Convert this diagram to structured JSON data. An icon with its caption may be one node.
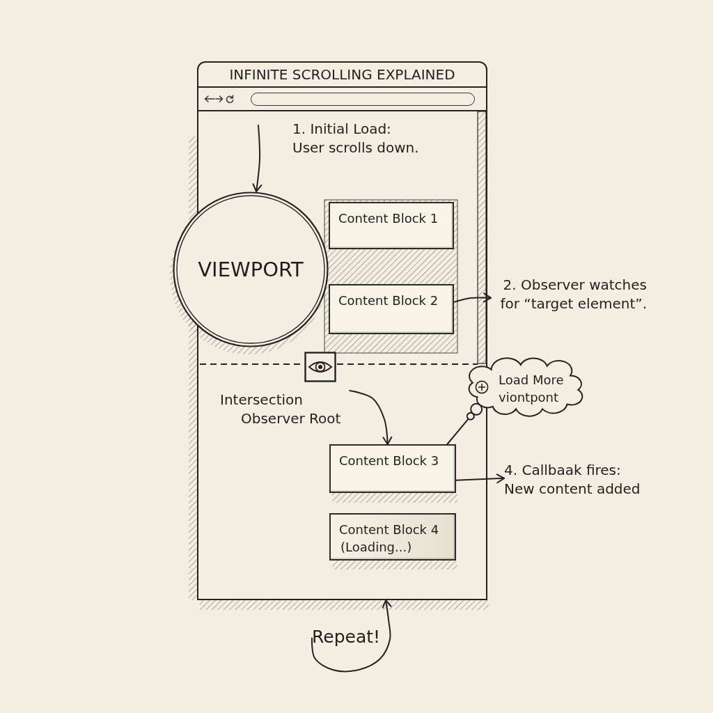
{
  "diagram": {
    "nodes": [
      {
        "text": [
          "INFINITE SCROLLING EXPLAINED"
        ]
      },
      {
        "text": [
          "VIEWPORT"
        ]
      },
      {
        "text": [
          "Content Block 1"
        ],
        "in": 0
      },
      {
        "text": [
          "Content Block 2"
        ],
        "in": 0
      },
      {
        "text": [
          "2. Observer watches for “target element”."
        ]
      },
      {
        "text": [
          "Load More viontpont"
        ]
      },
      {
        "text": [
          "Intersection Observer Root"
        ],
        "in": 0
      },
      {
        "text": [
          "Content Block 3"
        ],
        "in": 0
      },
      {
        "text": [
          "4. Callbaak fires: New content added"
        ]
      },
      {
        "text": [
          "Content Block 4",
          "(Loading...)"
        ],
        "in": 0
      },
      {
        "text": [
          "Repeat!"
        ]
      }
    ],
    "edges": [
      {
        "from": null,
        "to": 1,
        "arrow": "to"
      },
      {
        "from": 3,
        "to": 4,
        "arrow": "to"
      },
      {
        "from": 6,
        "to": 7,
        "arrow": "to"
      },
      {
        "from": 7,
        "to": 5,
        "arrow": "none"
      },
      {
        "from": 7,
        "to": 8,
        "arrow": "to"
      },
      {
        "from": 10,
        "to": 0,
        "arrow": "to"
      }
    ],
    "labels": [
      "1. Initial Load: User scrolls down."
    ]
  }
}
